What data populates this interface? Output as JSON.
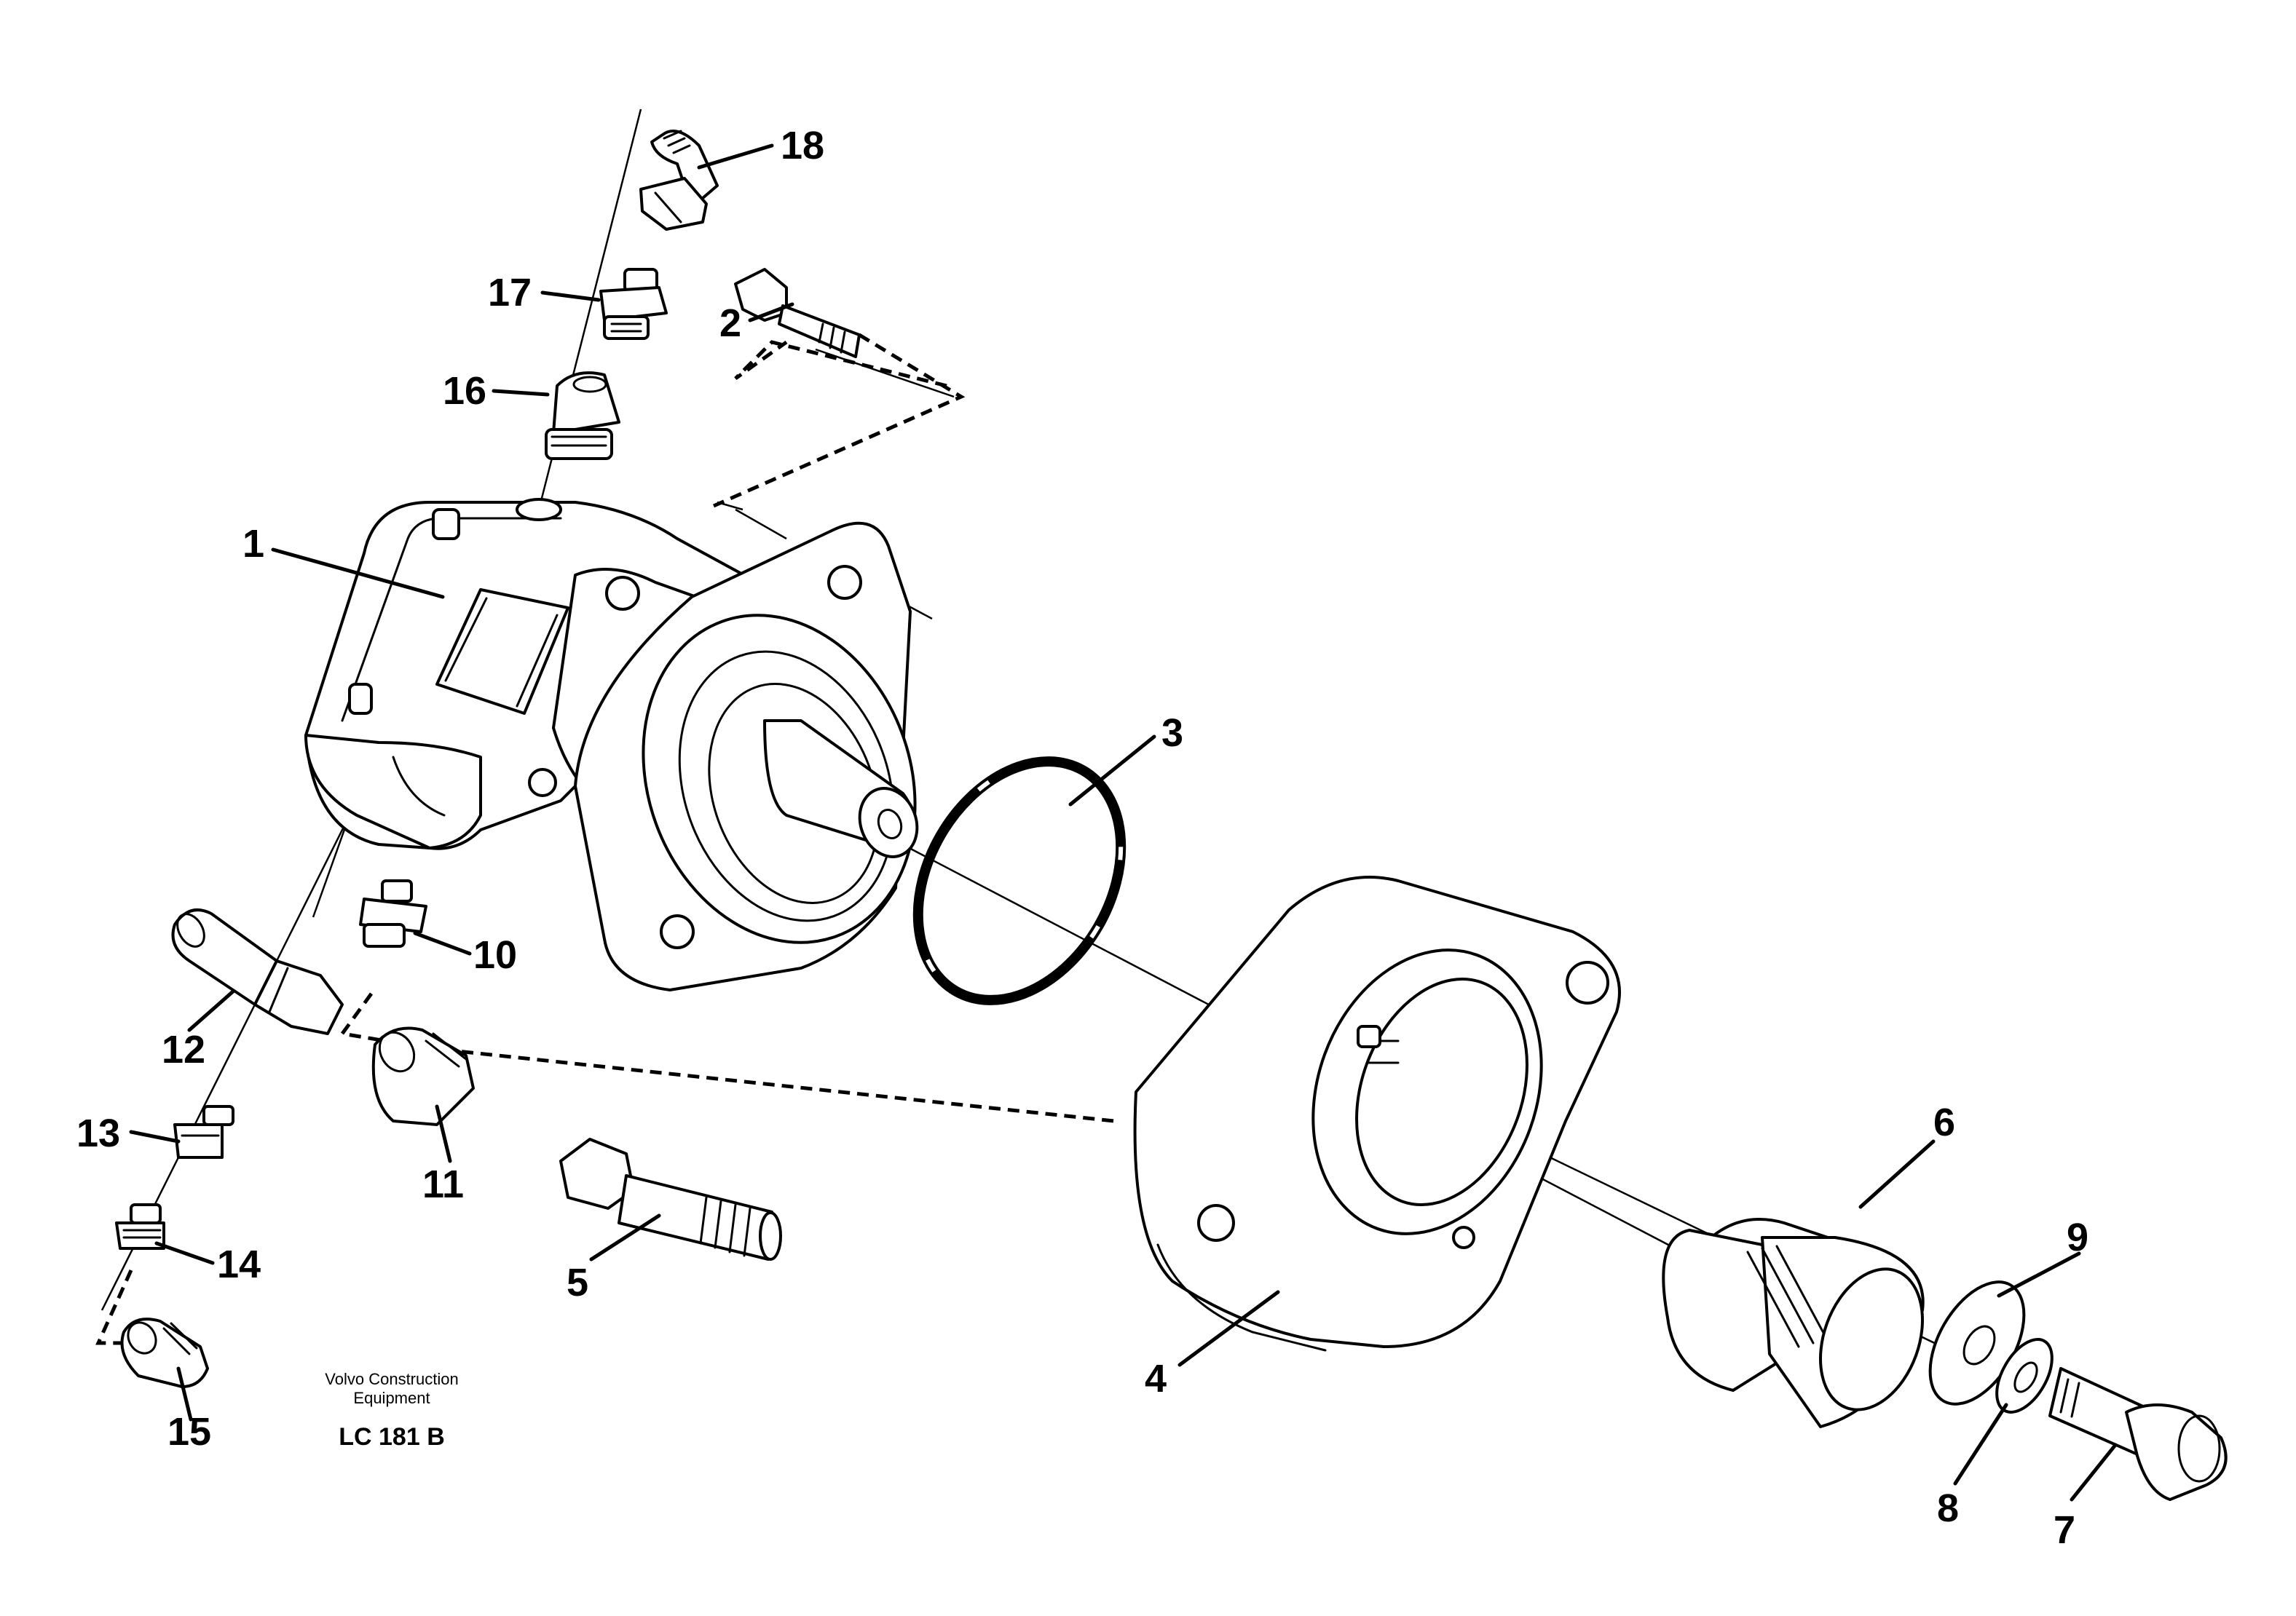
{
  "callouts": [
    {
      "id": "1",
      "label": "1"
    },
    {
      "id": "2",
      "label": "2"
    },
    {
      "id": "3",
      "label": "3"
    },
    {
      "id": "4",
      "label": "4"
    },
    {
      "id": "5",
      "label": "5"
    },
    {
      "id": "6",
      "label": "6"
    },
    {
      "id": "7",
      "label": "7"
    },
    {
      "id": "8",
      "label": "8"
    },
    {
      "id": "9",
      "label": "9"
    },
    {
      "id": "10",
      "label": "10"
    },
    {
      "id": "11",
      "label": "11"
    },
    {
      "id": "12",
      "label": "12"
    },
    {
      "id": "13",
      "label": "13"
    },
    {
      "id": "14",
      "label": "14"
    },
    {
      "id": "15",
      "label": "15"
    },
    {
      "id": "16",
      "label": "16"
    },
    {
      "id": "17",
      "label": "17"
    },
    {
      "id": "18",
      "label": "18"
    }
  ],
  "caption": {
    "company_line1": "Volvo Construction",
    "company_line2": "Equipment",
    "drawing_code": "LC 181 B"
  }
}
